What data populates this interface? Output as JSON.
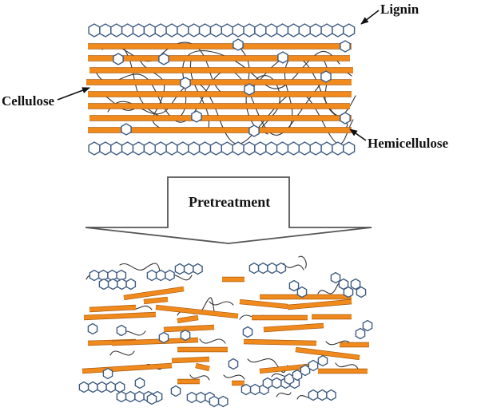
{
  "labels": {
    "lignin": "Lignin",
    "cellulose": "Cellulose",
    "hemicellulose": "Hemicellulose",
    "pretreatment": "Pretreatment"
  },
  "colors": {
    "cellulose_fill": "#f08a1c",
    "cellulose_edge": "#a85a10",
    "lignin_stroke": "#3d5a80",
    "hemicellulose": "#333333",
    "arrow_stroke": "#555555",
    "text": "#111111"
  }
}
